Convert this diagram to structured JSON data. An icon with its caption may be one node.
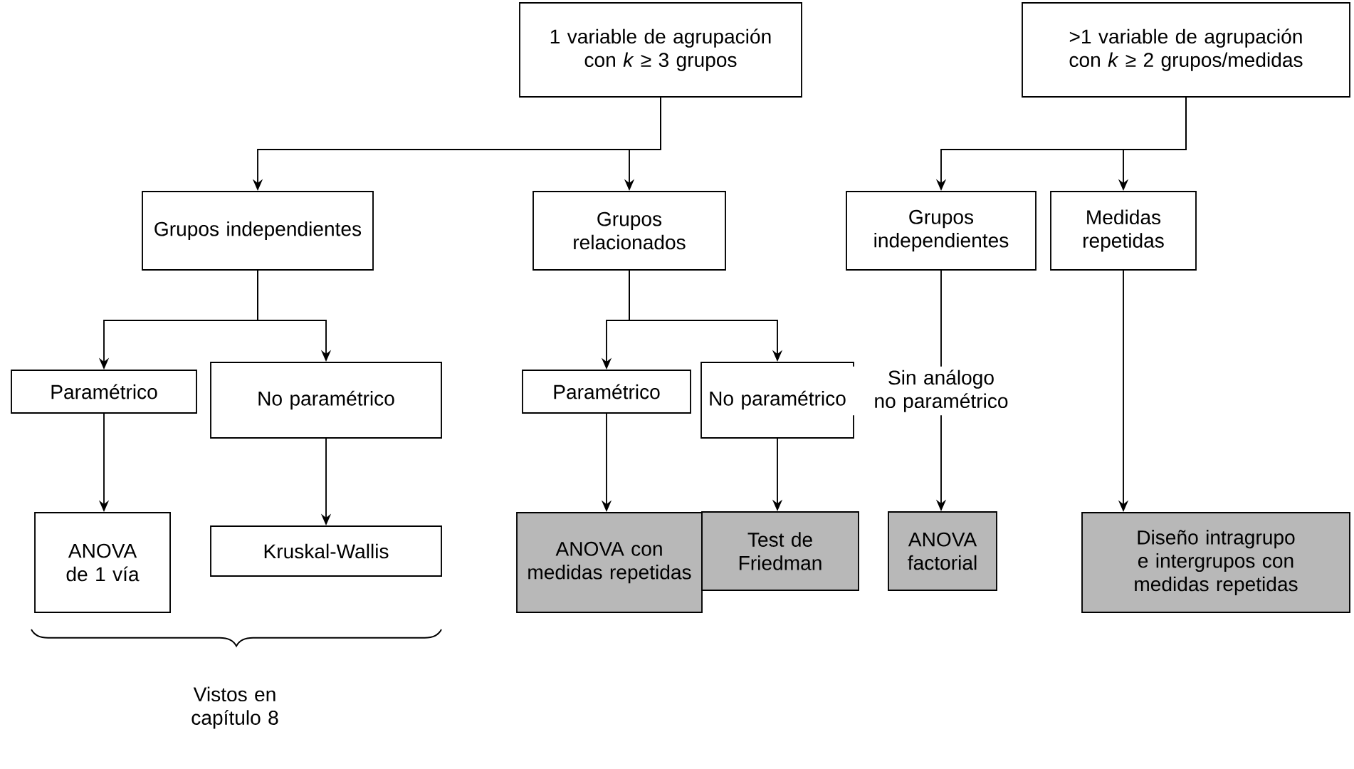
{
  "diagram": {
    "nodes": [
      {
        "text": [
          "1 variable de agrupación con *k* ≥ 3 grupos"
        ]
      },
      {
        "text": [
          ">1 variable de agrupación con *k* ≥ 2 grupos/medidas"
        ]
      },
      {
        "text": [
          "Grupos independientes"
        ]
      },
      {
        "text": [
          "Grupos relacionados"
        ]
      },
      {
        "text": [
          "Grupos independientes"
        ]
      },
      {
        "text": [
          "Medidas repetidas"
        ]
      },
      {
        "text": [
          "Paramétrico"
        ]
      },
      {
        "text": [
          "No paramétrico"
        ]
      },
      {
        "text": [
          "Paramétrico"
        ]
      },
      {
        "text": [
          "No paramétrico"
        ]
      },
      {
        "text": [
          "ANOVA de 1 vía"
        ]
      },
      {
        "text": [
          "Kruskal-Wallis"
        ]
      },
      {
        "text": [
          "ANOVA con medidas repetidas"
        ]
      },
      {
        "text": [
          "Test de Friedman"
        ]
      },
      {
        "text": [
          "ANOVA factorial"
        ]
      },
      {
        "text": [
          "Diseño intragrupo e intergrupos con medidas repetidas"
        ]
      }
    ],
    "edges": [
      {
        "from": 0,
        "to": 2,
        "arrow": "to"
      },
      {
        "from": 0,
        "to": 3,
        "arrow": "to"
      },
      {
        "from": 1,
        "to": 4,
        "arrow": "to"
      },
      {
        "from": 1,
        "to": 5,
        "arrow": "to"
      },
      {
        "from": 2,
        "to": 6,
        "arrow": "to"
      },
      {
        "from": 2,
        "to": 7,
        "arrow": "to"
      },
      {
        "from": 3,
        "to": 8,
        "arrow": "to"
      },
      {
        "from": 3,
        "to": 9,
        "arrow": "to"
      },
      {
        "from": 6,
        "to": 10,
        "arrow": "to"
      },
      {
        "from": 7,
        "to": 11,
        "arrow": "to"
      },
      {
        "from": 8,
        "to": 12,
        "arrow": "to"
      },
      {
        "from": 9,
        "to": 13,
        "arrow": "to"
      },
      {
        "from": 4,
        "to": 14,
        "arrow": "to",
        "label": "Sin análogo no paramétrico"
      },
      {
        "from": 5,
        "to": 15,
        "arrow": "to"
      }
    ],
    "labels": [
      "Vistos en capítulo 8"
    ]
  }
}
